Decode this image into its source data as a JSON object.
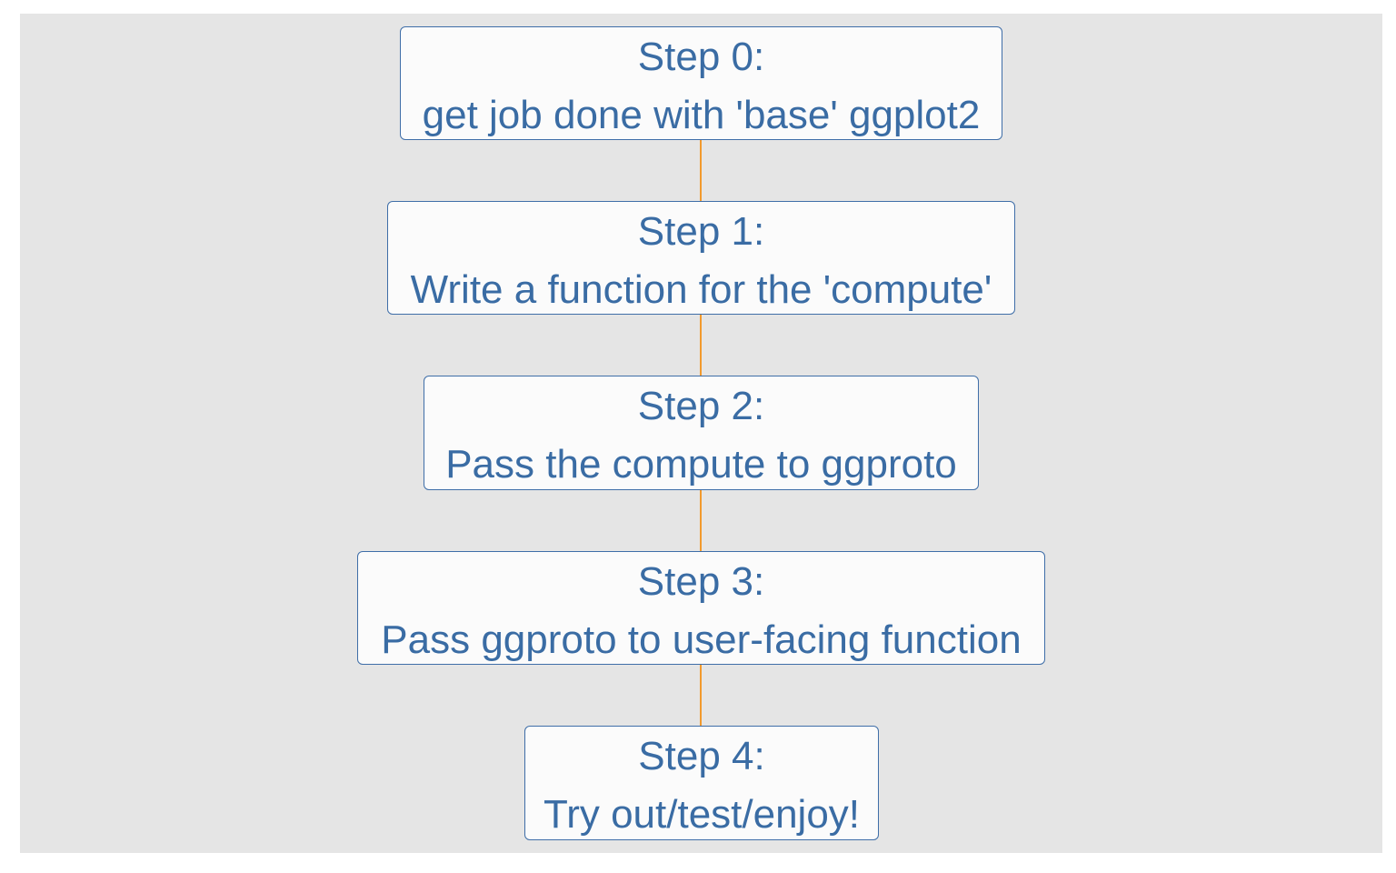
{
  "steps": [
    {
      "title": "Step 0:",
      "description": "get job done with 'base' ggplot2"
    },
    {
      "title": "Step 1:",
      "description": "Write a function for the 'compute'"
    },
    {
      "title": "Step 2:",
      "description": "Pass the compute to ggproto"
    },
    {
      "title": "Step 3:",
      "description": "Pass ggproto to user-facing function"
    },
    {
      "title": "Step 4:",
      "description": "Try out/test/enjoy!"
    }
  ],
  "colors": {
    "panel_background": "#e5e5e5",
    "box_fill": "#fbfbfb",
    "box_border": "#3f6ea8",
    "text": "#3a6ca4",
    "connector": "#f29a2e"
  }
}
